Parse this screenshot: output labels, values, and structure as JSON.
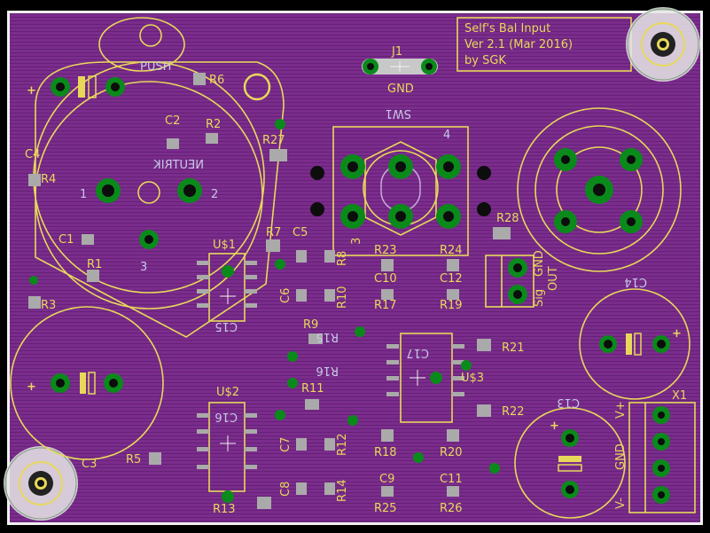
{
  "board": {
    "colors": {
      "background": "#000000",
      "copper": "#7b2c8c",
      "silkscreen": "#e8d85a",
      "pad_th": "#0a8a1a",
      "pad_smd": "#a8a8a8",
      "hole": "#0d0d0d"
    },
    "title_block": {
      "line1": "Self's Bal Input",
      "line2": "Ver 2.1 (Mar 2016)",
      "line3": "by SGK"
    },
    "labels": {
      "j1": "J1",
      "gnd_top": "GND",
      "sw1": "SW1",
      "push": "PUSH",
      "x1": "X1",
      "out": "OUT",
      "sig": "Sig",
      "gnd_out": "GND",
      "xlr_pin1": "1",
      "xlr_pin2": "2",
      "xlr_pin3": "3",
      "sw_pin3": "3",
      "sw_pin4": "4",
      "x1_vplus": "V+",
      "x1_gnd": "GND",
      "x1_vminus": "V-",
      "plus_c4": "+",
      "plus_c3": "+",
      "plus_c14": "+",
      "plus_c13": "+"
    },
    "refdes": {
      "c2": "C2",
      "r2": "R2",
      "r6": "R6",
      "r27": "R27",
      "c4": "C4",
      "r4": "R4",
      "c1": "C1",
      "r1": "R1",
      "r3": "R3",
      "u1": "U$1",
      "c15": "C15",
      "r7": "R7",
      "c5": "C5",
      "r8": "R8",
      "c6": "C6",
      "r10": "R10",
      "r9": "R9",
      "r15": "R15",
      "r16": "R16",
      "r11": "R11",
      "u2": "U$2",
      "c16": "C16",
      "c7": "C7",
      "r12": "R12",
      "c8": "C8",
      "r14": "R14",
      "r13": "R13",
      "r5": "R5",
      "c3": "C3",
      "r23": "R23",
      "r24": "R24",
      "c10": "C10",
      "c12": "C12",
      "r17": "R17",
      "r19": "R19",
      "r28": "R28",
      "c17": "C17",
      "u3": "U$3",
      "r21": "R21",
      "r22": "R22",
      "r18": "R18",
      "r20": "R20",
      "c9": "C9",
      "c11": "C11",
      "r25": "R25",
      "r26": "R26",
      "c14": "C14",
      "c13": "C13"
    },
    "xlr_brand_mirrored": "NEUTRIK"
  }
}
